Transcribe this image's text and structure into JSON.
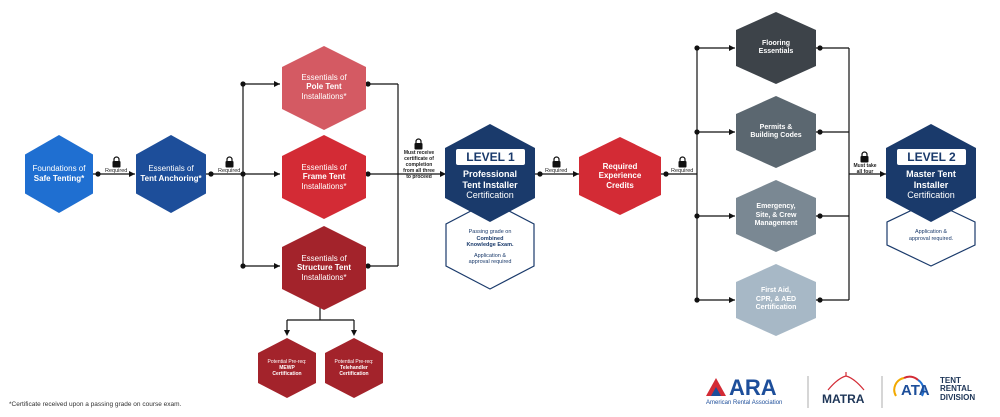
{
  "footnote": "*Certificate received upon a passing grade on course exam.",
  "connector_labels": {
    "required": "Required",
    "must_receive": [
      "Must receive",
      "certificate of",
      "completion",
      "from all three",
      "to proceed"
    ],
    "must_take": [
      "Must take",
      "all four"
    ]
  },
  "nodes": {
    "foundations": {
      "line1": "Foundations of",
      "line2": "Safe Tenting*"
    },
    "anchoring": {
      "line1": "Essentials of",
      "line2": "Tent Anchoring*"
    },
    "pole": {
      "line1": "Essentials of",
      "line2": "Pole Tent",
      "line3": "Installations*"
    },
    "frame": {
      "line1": "Essentials of",
      "line2": "Frame Tent",
      "line3": "Installations*"
    },
    "structure": {
      "line1": "Essentials of",
      "line2": "Structure Tent",
      "line3": "Installations*"
    },
    "hewp": {
      "line1": "Potential Pre-req:",
      "line2": "MEWP",
      "line3": "Certification"
    },
    "telehandler": {
      "line1": "Potential Pre-req:",
      "line2": "Telehandler",
      "line3": "Certification"
    },
    "level1": {
      "badge": "LEVEL 1",
      "line1": "Professional",
      "line2": "Tent Installer",
      "line3": "Certification",
      "note1": "Passing grade on",
      "note2": "Combined",
      "note3": "Knowledge Exam.",
      "note4": "Application &",
      "note5": "approval required"
    },
    "experience": {
      "line1": "Required",
      "line2": "Experience",
      "line3": "Credits"
    },
    "flooring": {
      "line1": "Flooring",
      "line2": "Essentials"
    },
    "permits": {
      "line1": "Permits &",
      "line2": "Building Codes"
    },
    "emergency": {
      "line1": "Emergency,",
      "line2": "Site, & Crew",
      "line3": "Management"
    },
    "firstaid": {
      "line1": "First Aid,",
      "line2": "CPR, & AED",
      "line3": "Certification"
    },
    "level2": {
      "badge": "LEVEL 2",
      "line1": "Master Tent",
      "line2": "Installer",
      "line3": "Certification",
      "note1": "Application &",
      "note2": "approval required."
    }
  },
  "logos": {
    "ara": {
      "name": "ARA",
      "sub": "American Rental Association"
    },
    "matra": {
      "name": "MATRA"
    },
    "ata": {
      "name": "ATA",
      "line1": "TENT",
      "line2": "RENTAL",
      "line3": "DIVISION"
    }
  },
  "colors": {
    "blue_light": "#1f6fd1",
    "blue_dark": "#1d4e9a",
    "navy": "#1a3a6b",
    "pink": "#d45a63",
    "red": "#d32b35",
    "maroon": "#a3232b",
    "gray_dark": "#3d4349",
    "gray_mid": "#5b6770",
    "gray_light": "#7a8893",
    "gray_pale": "#a7b8c6"
  }
}
